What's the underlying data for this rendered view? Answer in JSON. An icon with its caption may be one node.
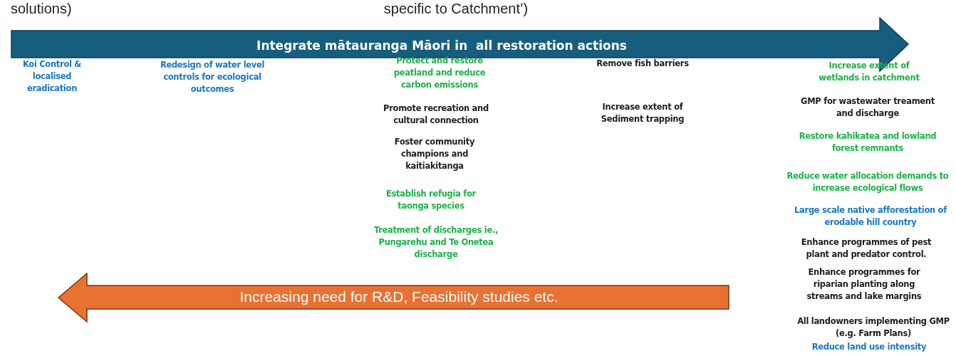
{
  "diagram": {
    "nodes": [
      {
        "text": [
          "Integrate mātauranga Māori in  all restoration actions"
        ]
      },
      {
        "text": [
          "Increasing need for R&D, Feasibility studies etc."
        ]
      }
    ],
    "labels": [
      "solutions)",
      "specific to Catchment’)",
      "Koi Control & localised eradication",
      "Redesign of water level controls for ecological outcomes",
      "Protect and restore peatland and reduce carbon emissions",
      "Promote recreation and cultural connection",
      "Foster community champions and kaitiakitanga",
      "Establish refugia for taonga species",
      "Treatment of  discharges ie., Pungarehu and Te Onetea discharge",
      "Remove fish barriers",
      "Increase extent of Sediment trapping",
      "Increase extent of wetlands in catchment",
      "GMP for wastewater treament and discharge",
      "Restore kahikatea and lowland forest remnants",
      "Reduce water allocation demands to increase ecological flows",
      "Large scale native afforestation of erodable hill country",
      "Enhance programmes of pest plant and predator control.",
      "Enhance programmes for riparian planting along streams and lake margins",
      "All landowners implementing GMP (e.g. Farm Plans)",
      "Reduce land use intensity"
    ]
  }
}
